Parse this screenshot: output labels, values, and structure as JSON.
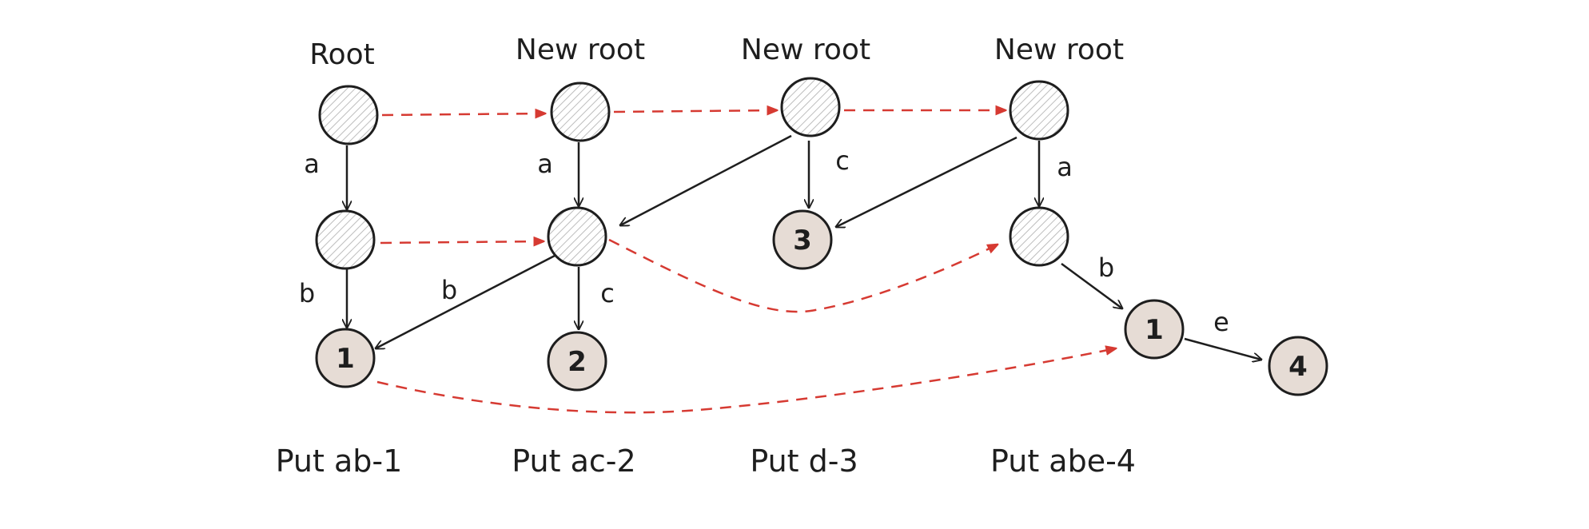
{
  "headers": {
    "root": "Root",
    "new_root_1": "New root",
    "new_root_2": "New root",
    "new_root_3": "New root"
  },
  "captions": {
    "put1": "Put ab-1",
    "put2": "Put ac-2",
    "put3": "Put d-3",
    "put4": "Put abe-4"
  },
  "edge_labels": {
    "c1_a": "a",
    "c1_b": "b",
    "c2_a": "a",
    "c2_b": "b",
    "c2_c": "c",
    "c3_c": "c",
    "c4_a": "a",
    "c4_b": "b",
    "c4_e": "e"
  },
  "node_values": {
    "v1": "1",
    "v2": "2",
    "v3": "3",
    "v1b": "1",
    "v4": "4"
  },
  "colors": {
    "pointer": "#d63a32",
    "edge": "#1e1e1e",
    "value_fill": "#e6dcd5"
  }
}
